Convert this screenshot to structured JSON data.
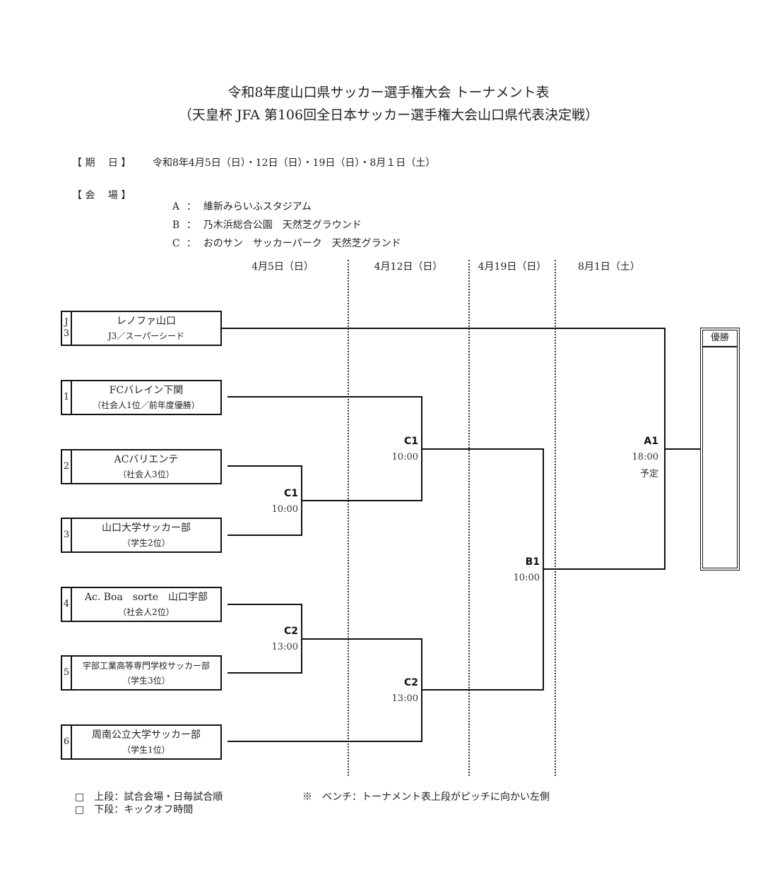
{
  "document": {
    "title_line1": "令和8年度山口県サッカー選手権大会 トーナメント表",
    "title_line2": "（天皇杯 JFA 第106回全日本サッカー選手権大会山口県代表決定戦）"
  },
  "schedule": {
    "label": "【 期　 日 】",
    "value": "令和8年4月5日（日）・12日（日）・19日（日）・8月１日（土）"
  },
  "venues": {
    "label": "【 会　 場 】",
    "items": [
      {
        "code": "A",
        "sep": "：",
        "name": "維新みらいふスタジアム"
      },
      {
        "code": "B",
        "sep": "：",
        "name": "乃木浜総合公園　天然芝グラウンド"
      },
      {
        "code": "C",
        "sep": "：",
        "name": "おのサン　サッカーパーク　天然芝グランド"
      }
    ]
  },
  "rounds": [
    {
      "date": "4月5日（日）"
    },
    {
      "date": "4月12日（日）"
    },
    {
      "date": "4月19日（日）"
    },
    {
      "date": "8月1日（土）"
    }
  ],
  "teams": [
    {
      "seed_top": "J",
      "seed_bottom": "3",
      "name": "レノファ山口",
      "sub": "J3／スーパーシード"
    },
    {
      "seed": "1",
      "name": "FCバレイン下関",
      "sub": "（社会人1位／前年度優勝）"
    },
    {
      "seed": "2",
      "name": "ACバリエンテ",
      "sub": "（社会人3位）"
    },
    {
      "seed": "3",
      "name": "山口大学サッカー部",
      "sub": "（学生2位）"
    },
    {
      "seed": "4",
      "name": "Ac. Boa　sorte　山口宇部",
      "sub": "（社会人2位）"
    },
    {
      "seed": "5",
      "name": "宇部工業高等専門学校サッカー部",
      "sub": "（学生3位）"
    },
    {
      "seed": "6",
      "name": "周南公立大学サッカー部",
      "sub": "（学生1位）"
    }
  ],
  "matches": [
    {
      "id": "r1-c1",
      "code": "C1",
      "time": "10:00"
    },
    {
      "id": "r1-c2",
      "code": "C2",
      "time": "13:00"
    },
    {
      "id": "r2-c1",
      "code": "C1",
      "time": "10:00"
    },
    {
      "id": "r2-c2",
      "code": "C2",
      "time": "13:00"
    },
    {
      "id": "sf-b1",
      "code": "B1",
      "time": "10:00"
    },
    {
      "id": "final-a1",
      "code": "A1",
      "time": "18:00",
      "note": "予定"
    }
  ],
  "winner_box": {
    "label": "優勝"
  },
  "notes": {
    "left": [
      "□　上段：試合会場・日毎試合順",
      "□　下段：キックオフ時間"
    ],
    "right": "※　ベンチ：トーナメント表上段がピッチに向かい左側"
  }
}
